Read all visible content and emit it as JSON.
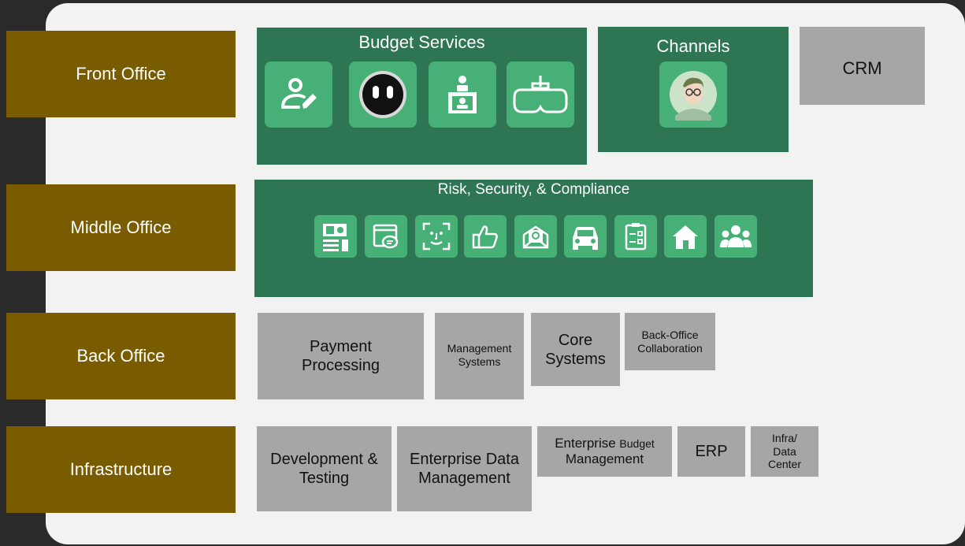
{
  "rows": {
    "front_office": "Front Office",
    "middle_office": "Middle Office",
    "back_office": "Back Office",
    "infrastructure": "Infrastructure"
  },
  "front": {
    "budget_services": {
      "title": "Budget Services",
      "icons": [
        "user-edit-icon",
        "robot-face-icon",
        "presenter-icon",
        "vr-headset-icon"
      ]
    },
    "channels": {
      "title": "Channels",
      "icons": [
        "avatar-icon"
      ]
    },
    "crm": "CRM"
  },
  "middle": {
    "title": "Risk, Security, & Compliance",
    "icons": [
      "check-payment-icon",
      "chat-window-icon",
      "face-scan-icon",
      "thumbs-up-icon",
      "secure-mail-icon",
      "car-icon",
      "checklist-icon",
      "home-icon",
      "group-icon"
    ]
  },
  "back": {
    "payment": [
      "Payment",
      "Processing"
    ],
    "management": [
      "Management",
      "Systems"
    ],
    "core": [
      "Core",
      "Systems"
    ],
    "collab": [
      "Back-Office",
      "Collaboration"
    ]
  },
  "infra": {
    "dev": [
      "Development &",
      "Testing"
    ],
    "edm": [
      "Enterprise Data",
      "Management"
    ],
    "ebm": {
      "line1_a": "Enterprise",
      "line1_b": "Budget",
      "line2": "Management"
    },
    "erp": "ERP",
    "dc": [
      "Infra/",
      "Data",
      "Center"
    ]
  },
  "colors": {
    "row_label": "#7a5c00",
    "panel_green": "#2e7553",
    "tile_green": "#47b077",
    "gray_box": "#a6a6a6",
    "canvas": "#f2f2f2",
    "backdrop": "#2a2a2a"
  }
}
